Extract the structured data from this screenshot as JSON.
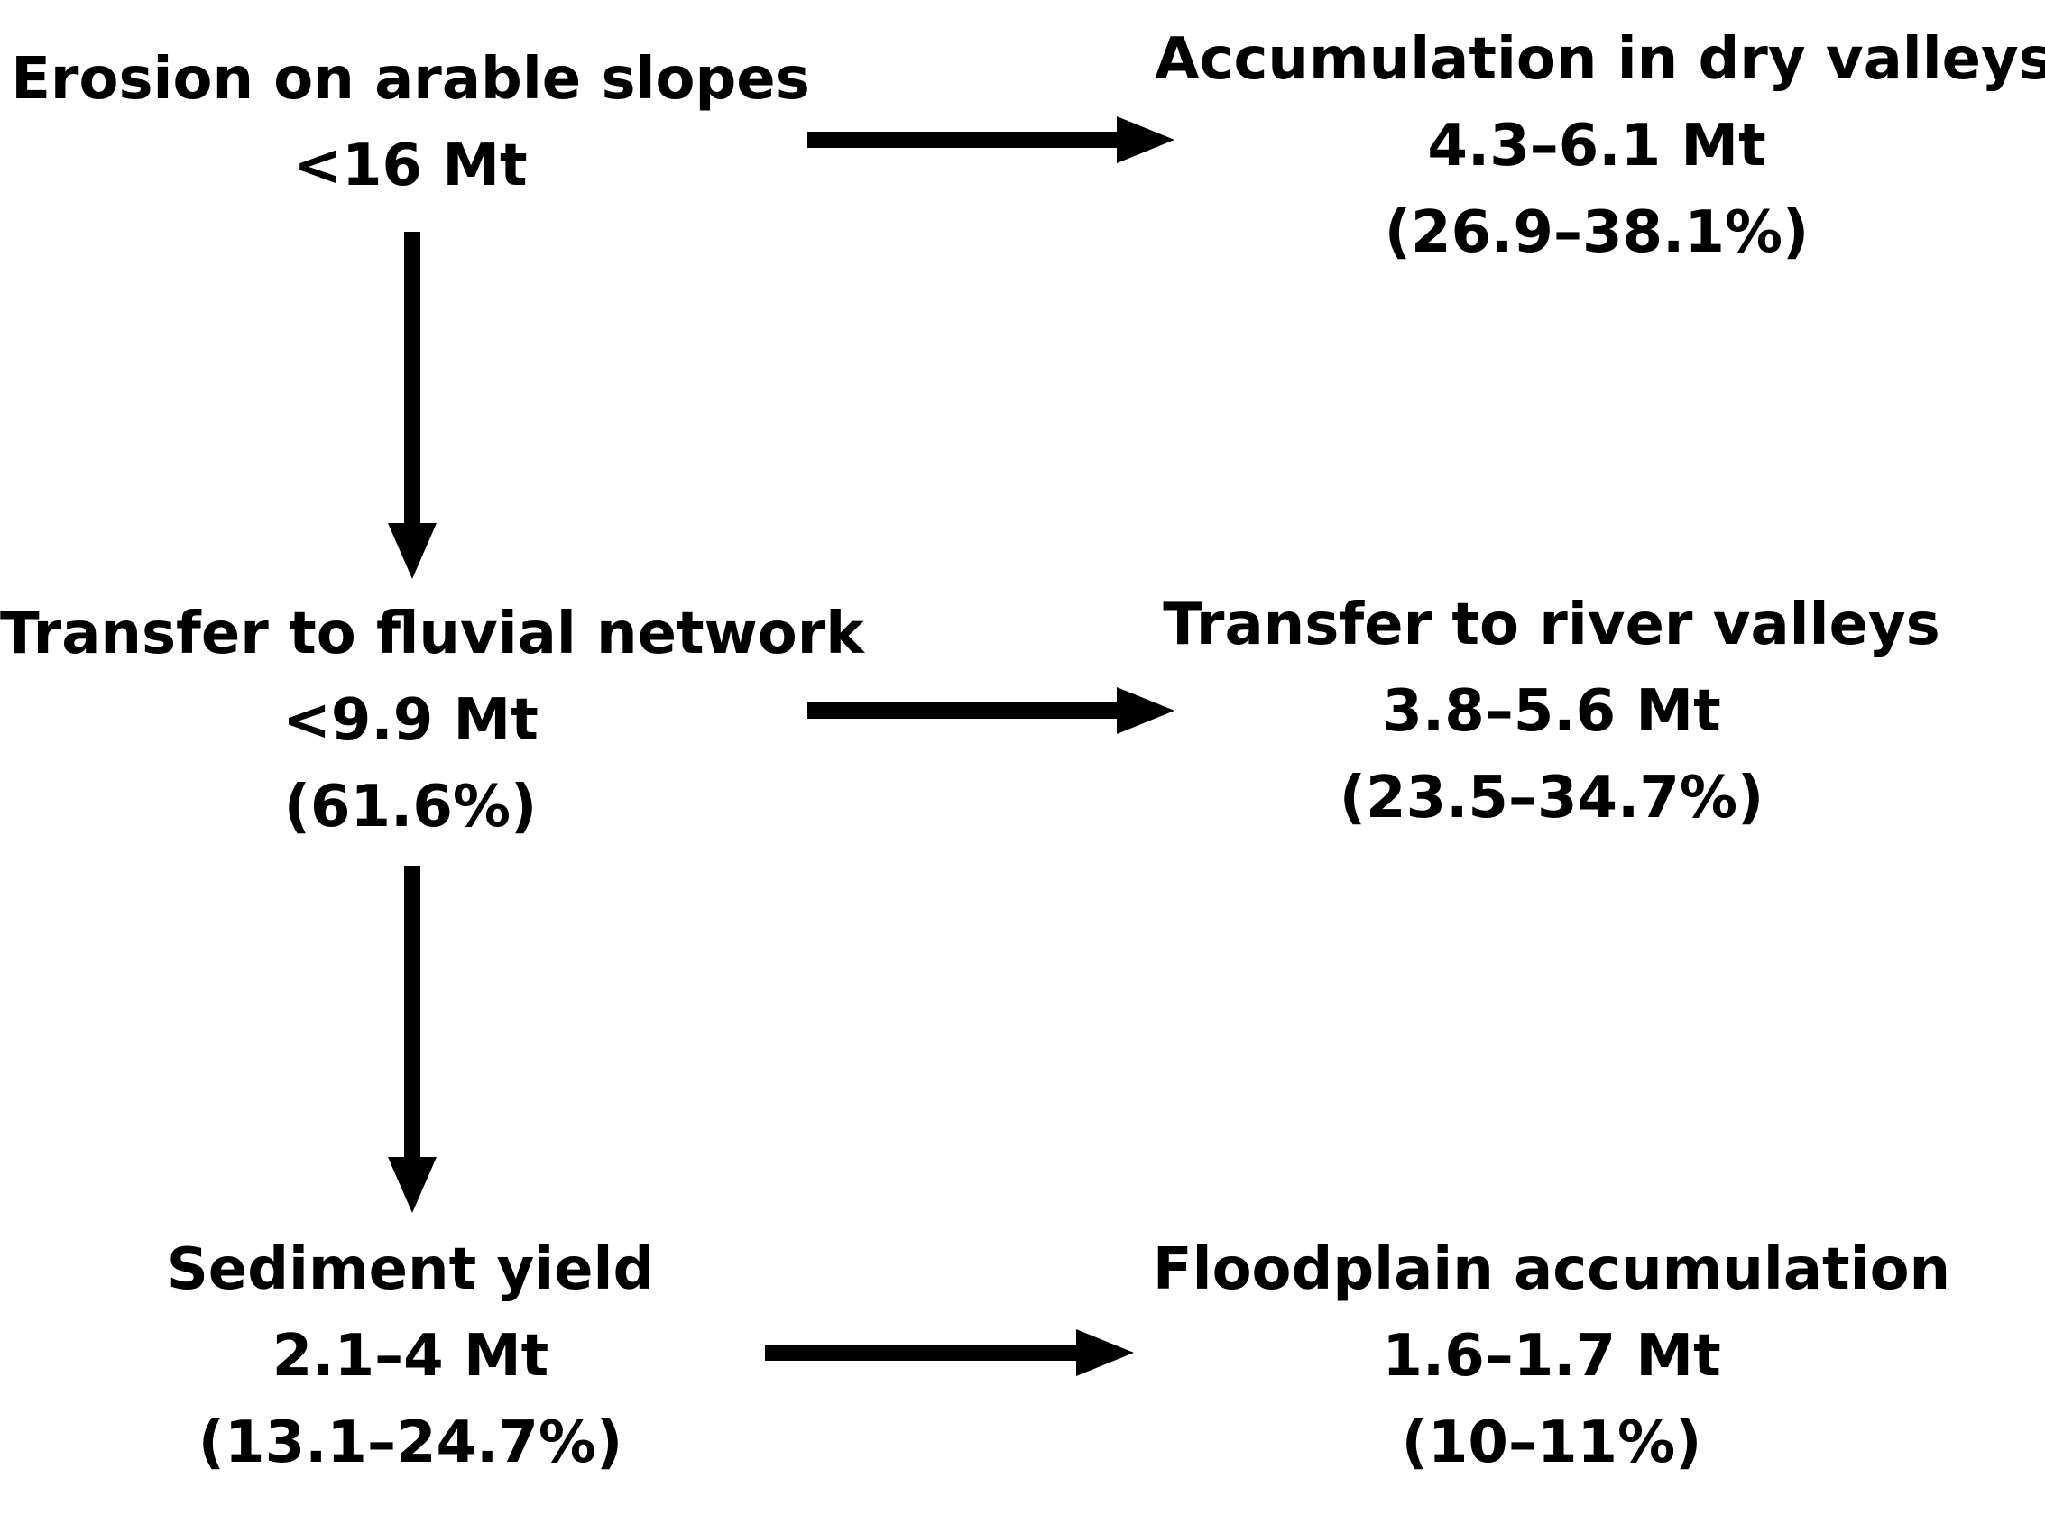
{
  "nodes": {
    "erosion": {
      "title": "Erosion on arable slopes",
      "amount": "<16 Mt"
    },
    "transfer_fluvial": {
      "title": "Transfer to fluvial network",
      "amount": "<9.9 Mt",
      "share": "(61.6%)"
    },
    "sediment_yield": {
      "title": "Sediment yield",
      "amount": "2.1–4 Mt",
      "share": "(13.1–24.7%)"
    },
    "dry_valleys": {
      "title": "Accumulation in dry valleys",
      "amount": "4.3–6.1 Mt",
      "share": "(26.9–38.1%)"
    },
    "river_valleys": {
      "title": "Transfer to river valleys",
      "amount": "3.8–5.6 Mt",
      "share": "(23.5–34.7%)"
    },
    "floodplain": {
      "title": "Floodplain accumulation",
      "amount": "1.6–1.7 Mt",
      "share": "(10–11%)"
    }
  },
  "colors": {
    "text": "#000000",
    "arrow": "#000000",
    "background": "#ffffff"
  }
}
